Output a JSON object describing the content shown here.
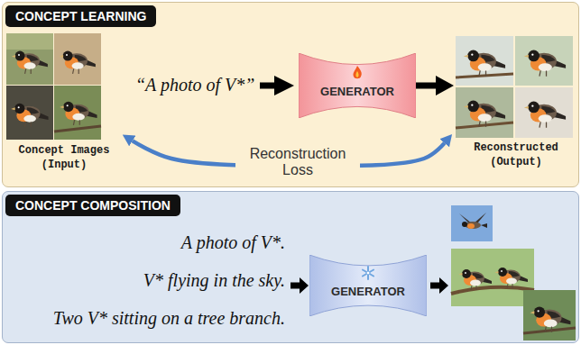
{
  "diagram": {
    "nodes": [
      {
        "text": [
          "CONCEPT LEARNING"
        ]
      },
      {
        "text": [
          "Concept Images (Input)"
        ],
        "in": 0
      },
      {
        "text": [
          "GENERATOR"
        ],
        "in": 0
      },
      {
        "text": [
          "Reconstructed (Output)"
        ],
        "in": 0
      },
      {
        "text": [
          "CONCEPT COMPOSITION"
        ]
      },
      {
        "text": [
          "GENERATOR"
        ],
        "in": 4
      }
    ],
    "edges": [
      {
        "from": 2,
        "to": 3,
        "arrow": "to"
      },
      {
        "from": 3,
        "to": 1,
        "label": "Reconstruction Loss",
        "arrow": "both"
      }
    ],
    "labels": [
      "“A photo of V*”",
      "A photo of V*.",
      "V* flying in the sky.",
      "Two V* sitting on a tree branch."
    ]
  }
}
